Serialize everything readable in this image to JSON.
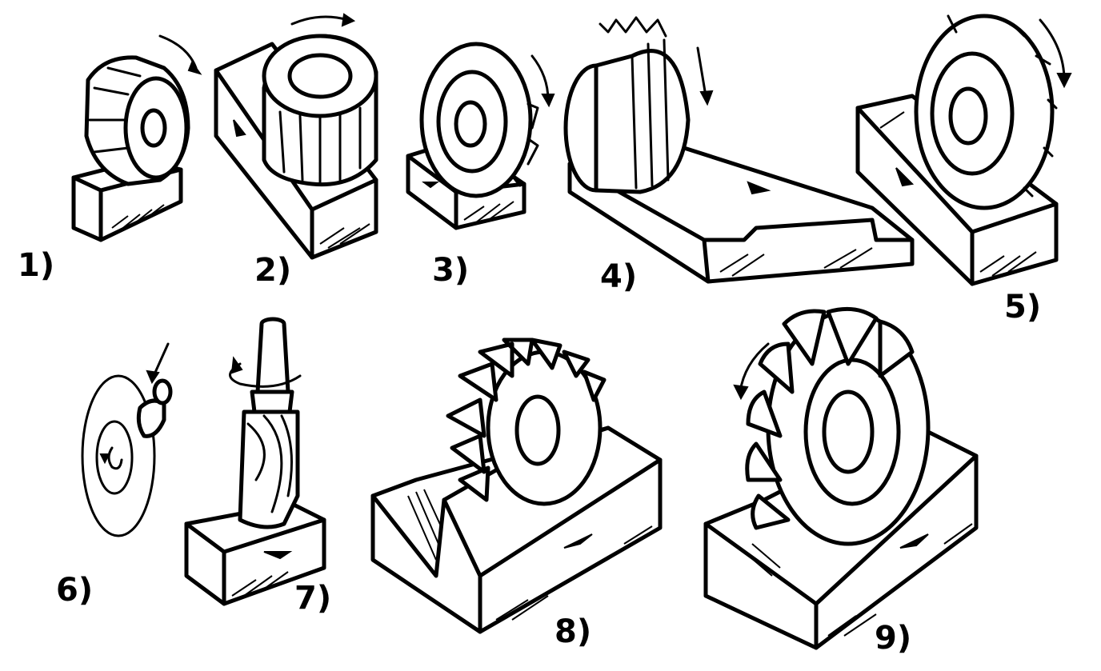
{
  "labels": [
    "1)",
    "2)",
    "3)",
    "4)",
    "5)",
    "6)",
    "7)",
    "8)",
    "9)"
  ]
}
